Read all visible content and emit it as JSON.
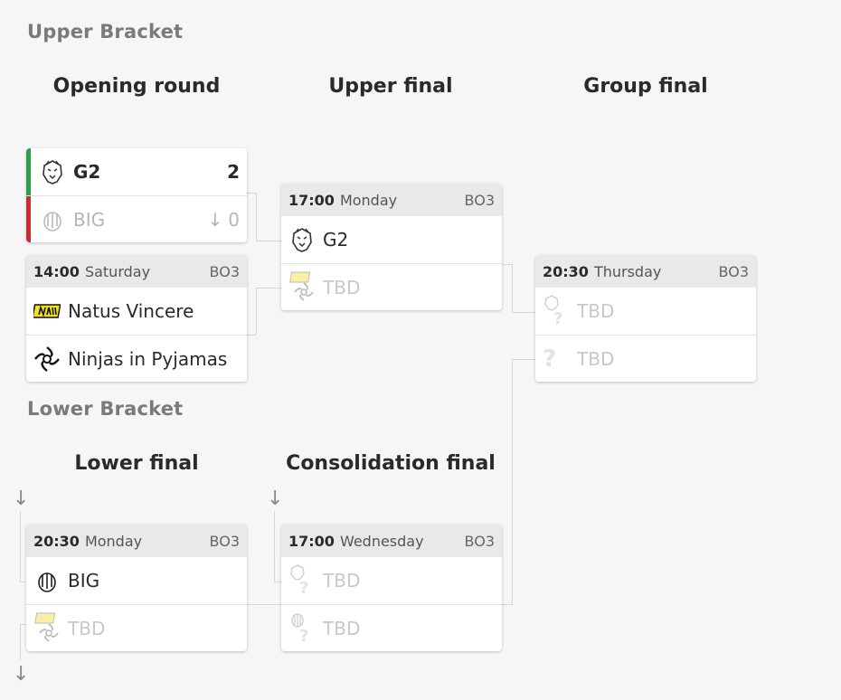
{
  "upper_bracket": {
    "title": "Upper Bracket"
  },
  "lower_bracket": {
    "title": "Lower Bracket"
  },
  "columns": {
    "opening_round": "Opening round",
    "upper_final": "Upper final",
    "group_final": "Group final",
    "lower_final": "Lower final",
    "consolidation_final": "Consolidation final"
  },
  "matches": {
    "opening_1": {
      "team1": {
        "name": "G2",
        "score": "2"
      },
      "team2": {
        "name": "BIG",
        "score": "0"
      }
    },
    "opening_2": {
      "time": "14:00",
      "day": "Saturday",
      "format": "BO3",
      "team1": {
        "name": "Natus Vincere"
      },
      "team2": {
        "name": "Ninjas in Pyjamas"
      }
    },
    "upper_final": {
      "time": "17:00",
      "day": "Monday",
      "format": "BO3",
      "team1": {
        "name": "G2"
      },
      "team2": {
        "name": "TBD"
      }
    },
    "group_final": {
      "time": "20:30",
      "day": "Thursday",
      "format": "BO3",
      "team1": {
        "name": "TBD"
      },
      "team2": {
        "name": "TBD"
      }
    },
    "lower_final": {
      "time": "20:30",
      "day": "Monday",
      "format": "BO3",
      "team1": {
        "name": "BIG"
      },
      "team2": {
        "name": "TBD"
      }
    },
    "consolidation_final": {
      "time": "17:00",
      "day": "Wednesday",
      "format": "BO3",
      "team1": {
        "name": "TBD"
      },
      "team2": {
        "name": "TBD"
      }
    }
  },
  "icons": {
    "loss_arrow": "↓",
    "drop_arrow": "↓",
    "unknown": "?"
  },
  "colors": {
    "winner_bar": "#22a640",
    "loser_bar": "#d9262b",
    "navi_yellow": "#f4e11a"
  }
}
